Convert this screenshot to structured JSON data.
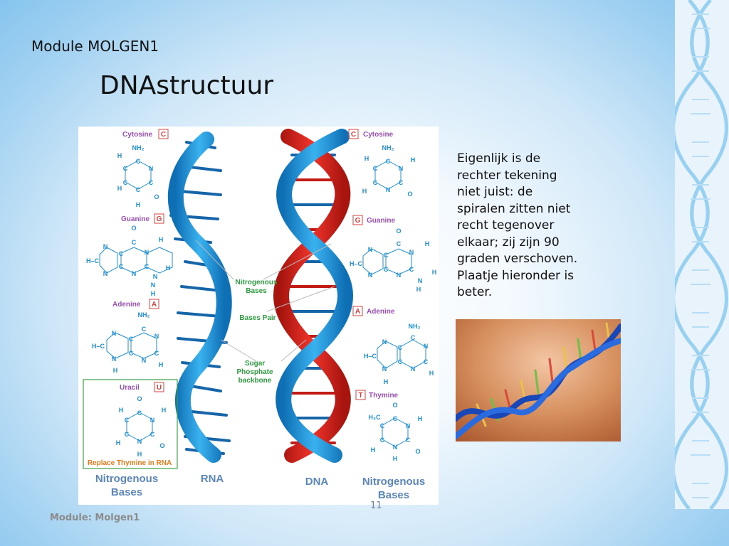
{
  "slide": {
    "header": "Module MOLGEN1",
    "title": "DNAstructuur",
    "side_text": "Eigenlijk is de rechter tekening niet juist: de spiralen zitten niet recht tegenover elkaar; zij zijn 90 graden verschoven. Plaatje hieronder is beter.",
    "footer": "Module: Molgen1",
    "page_number": "11"
  },
  "figure": {
    "left_bases": {
      "cytosine": {
        "name": "Cytosine",
        "letter": "C"
      },
      "guanine": {
        "name": "Guanine",
        "letter": "G"
      },
      "adenine": {
        "name": "Adenine",
        "letter": "A"
      },
      "uracil": {
        "name": "Uracil",
        "letter": "U"
      },
      "uracil_note": "Replace Thymine in RNA"
    },
    "right_bases": {
      "cytosine": {
        "name": "Cytosine",
        "letter": "C"
      },
      "guanine": {
        "name": "Guanine",
        "letter": "G"
      },
      "adenine": {
        "name": "Adenine",
        "letter": "A"
      },
      "thymine": {
        "name": "Thymine",
        "letter": "T"
      }
    },
    "annotations": {
      "nitrogenous_bases": [
        "Nitrogenous",
        "Bases"
      ],
      "bases_pair": "Bases Pair",
      "backbone": [
        "Sugar",
        "Phosphate",
        "backbone"
      ]
    },
    "bottom_labels": {
      "left_bases": [
        "Nitrogenous",
        "Bases"
      ],
      "rna": "RNA",
      "dna": "DNA",
      "right_bases": [
        "Nitrogenous",
        "Bases"
      ]
    },
    "colors": {
      "rna_strand": "#1f8fd6",
      "dna_strand_red": "#d9221c",
      "base_label": "#9b4fb3",
      "atom": "#1e8fd0",
      "bottom_label": "#5b86b8",
      "annotation": "#2e9b40",
      "uracil_box": "#3f9f45",
      "uracil_note": "#e07a1a"
    }
  }
}
